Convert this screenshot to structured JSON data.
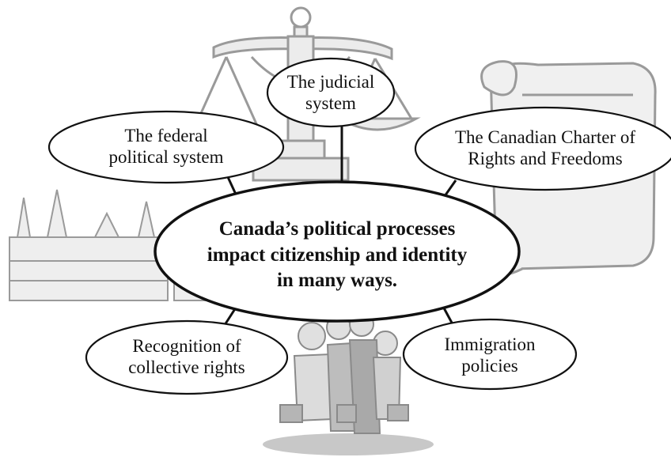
{
  "center": {
    "lines": [
      "Canada’s political processes",
      "impact citizenship and identity",
      "in many ways."
    ]
  },
  "nodes": {
    "judicial": {
      "lines": [
        "The judicial",
        "system"
      ]
    },
    "federal": {
      "lines": [
        "The federal",
        "political system"
      ]
    },
    "charter": {
      "lines": [
        "The Canadian Charter of",
        "Rights and Freedoms"
      ]
    },
    "collective": {
      "lines": [
        "Recognition of",
        "collective rights"
      ]
    },
    "immigration": {
      "lines": [
        "Immigration",
        "policies"
      ]
    }
  },
  "illustrations": [
    "scales-of-justice-icon",
    "parliament-building-icon",
    "scroll-icon",
    "people-group-icon"
  ],
  "colors": {
    "ink": "#111111",
    "illustration_stroke": "#9a9a9a",
    "illustration_fill": "#e6e6e6",
    "shadow": "#c8c8c8"
  }
}
